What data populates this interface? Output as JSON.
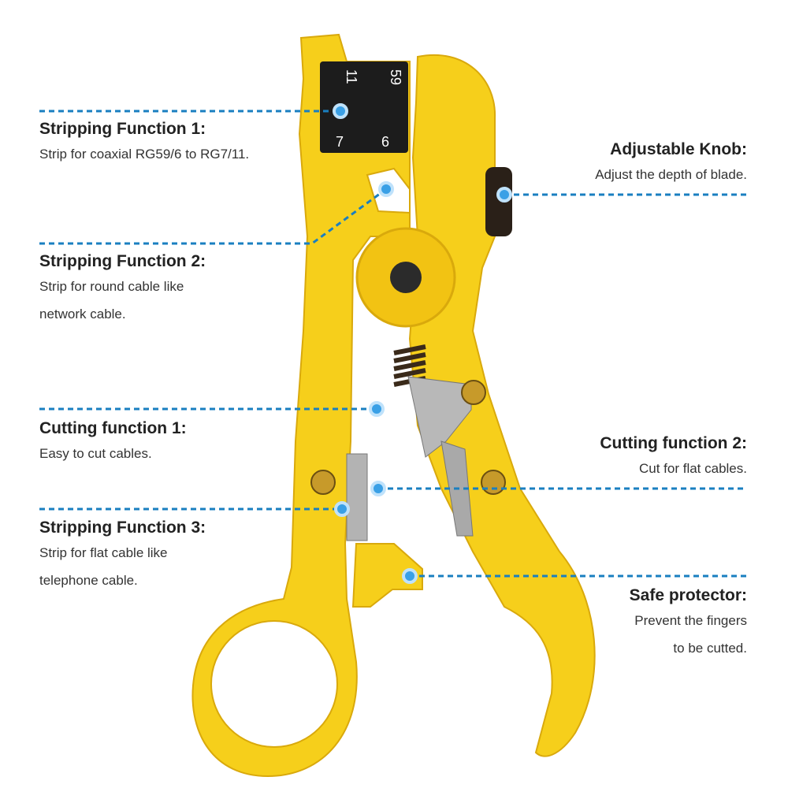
{
  "colors": {
    "tool_body": "#f6cf1b",
    "tool_shadow": "#d9a90c",
    "leader_line": "#1a7fc0",
    "marker": "#3aa0e6",
    "blade": "#b8b8b8",
    "knob": "#2a2018",
    "text": "#222222"
  },
  "gauge_labels": {
    "top_left": "11",
    "top_right": "59",
    "bottom_left": "7",
    "bottom_right": "6"
  },
  "callouts": {
    "stripping_1": {
      "title": "Stripping Function 1:",
      "lines": [
        "Strip for coaxial RG59/6 to RG7/11."
      ]
    },
    "stripping_2": {
      "title": "Stripping Function 2:",
      "lines": [
        "Strip for round cable like",
        "network cable."
      ]
    },
    "cutting_1": {
      "title": "Cutting function 1:",
      "lines": [
        "Easy to cut cables."
      ]
    },
    "stripping_3": {
      "title": "Stripping Function 3:",
      "lines": [
        "Strip for flat cable like",
        "telephone cable."
      ]
    },
    "adjustable_knob": {
      "title": "Adjustable Knob:",
      "lines": [
        "Adjust the depth of blade."
      ]
    },
    "cutting_2": {
      "title": "Cutting function 2:",
      "lines": [
        "Cut for flat cables."
      ]
    },
    "safe_protector": {
      "title": "Safe protector:",
      "lines": [
        "Prevent the fingers",
        "to be cutted."
      ]
    }
  }
}
